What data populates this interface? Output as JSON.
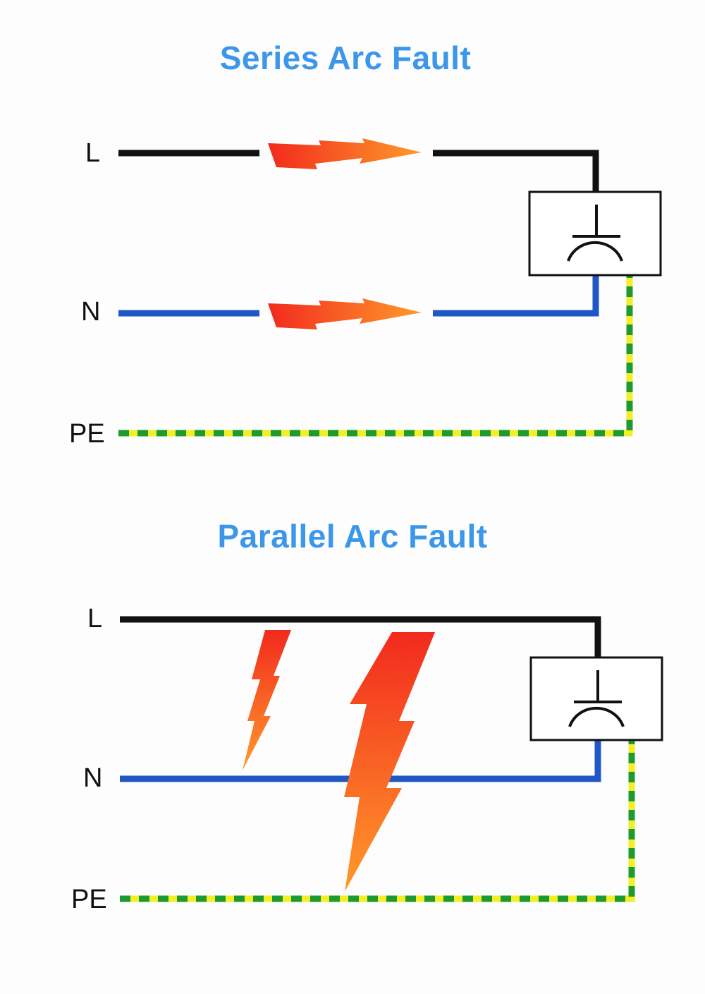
{
  "colors": {
    "title": "#3c97ea",
    "line": "#111111",
    "neutral": "#1f58c4",
    "earth_green": "#1f9a2e",
    "earth_yellow": "#f2ee28",
    "arc_red": "#f22a1e",
    "arc_orange": "#ff9a2a",
    "breaker_box": "#ffffff"
  },
  "series": {
    "title": "Series Arc Fault",
    "labels": {
      "l": "L",
      "n": "N",
      "pe": "PE"
    }
  },
  "parallel": {
    "title": "Parallel Arc Fault",
    "labels": {
      "l": "L",
      "n": "N",
      "pe": "PE"
    }
  },
  "icons": {
    "breaker": "circuit-breaker-icon",
    "arc": "lightning-arc-icon"
  }
}
